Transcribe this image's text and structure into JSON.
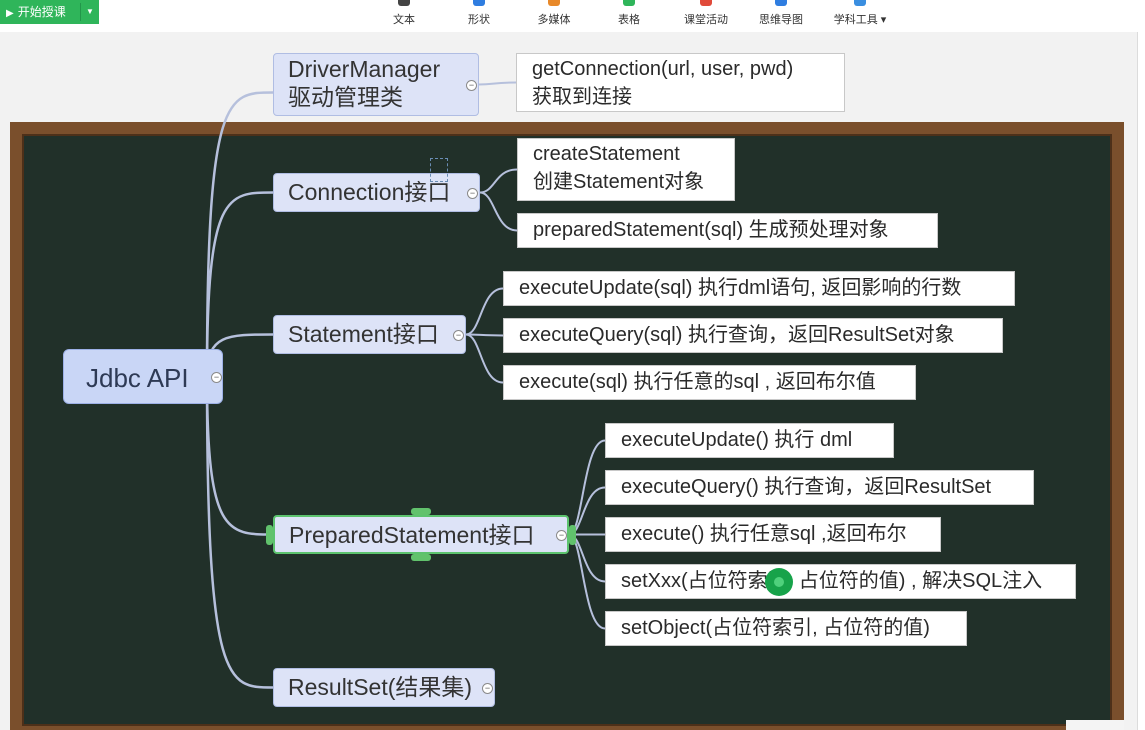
{
  "toolbar": {
    "start_button": "开始授课",
    "tools": [
      {
        "label": "文本",
        "icon": "text-icon",
        "color": "#444444"
      },
      {
        "label": "形状",
        "icon": "shape-icon",
        "color": "#2f7de0"
      },
      {
        "label": "多媒体",
        "icon": "media-icon",
        "color": "#e8892a"
      },
      {
        "label": "表格",
        "icon": "table-icon",
        "color": "#2fb55a"
      },
      {
        "label": "课堂活动",
        "icon": "activity-icon",
        "color": "#e04a3a"
      },
      {
        "label": "思维导图",
        "icon": "mindmap-icon",
        "color": "#2f7de0"
      },
      {
        "label": "学科工具",
        "icon": "subject-tools-icon",
        "color": "#3a8ee0",
        "has_dropdown": true
      }
    ]
  },
  "colors": {
    "board": "#213029",
    "board_frame": "#7a4f2c",
    "connector": "#b6c0dc",
    "selected": "#5cc36e"
  },
  "mindmap": {
    "root": "Jdbc API",
    "branches": [
      {
        "lines": [
          "DriverManager",
          "驱动管理类"
        ],
        "children": [
          {
            "lines": [
              "getConnection(url, user, pwd)",
              "获取到连接"
            ]
          }
        ]
      },
      {
        "lines": [
          "Connection接口"
        ],
        "children": [
          {
            "lines": [
              "createStatement",
              "创建Statement对象"
            ]
          },
          {
            "lines": [
              "preparedStatement(sql) 生成预处理对象"
            ]
          }
        ]
      },
      {
        "lines": [
          "Statement接口"
        ],
        "children": [
          {
            "lines": [
              "executeUpdate(sql) 执行dml语句, 返回影响的行数"
            ]
          },
          {
            "lines": [
              "executeQuery(sql) 执行查询，返回ResultSet对象"
            ]
          },
          {
            "lines": [
              "execute(sql) 执行任意的sql , 返回布尔值"
            ]
          }
        ]
      },
      {
        "lines": [
          "PreparedStatement接口"
        ],
        "selected": true,
        "children": [
          {
            "lines": [
              "executeUpdate() 执行 dml"
            ]
          },
          {
            "lines": [
              "executeQuery() 执行查询，返回ResultSet"
            ]
          },
          {
            "lines": [
              "execute() 执行任意sql ,返回布尔"
            ]
          },
          {
            "lines": [
              "setXxx(占位符索引, 占位符的值) , 解决SQL注入"
            ]
          },
          {
            "lines": [
              "setObject(占位符索引, 占位符的值)"
            ]
          }
        ]
      },
      {
        "lines": [
          "ResultSet(结果集)"
        ],
        "children": []
      }
    ]
  }
}
